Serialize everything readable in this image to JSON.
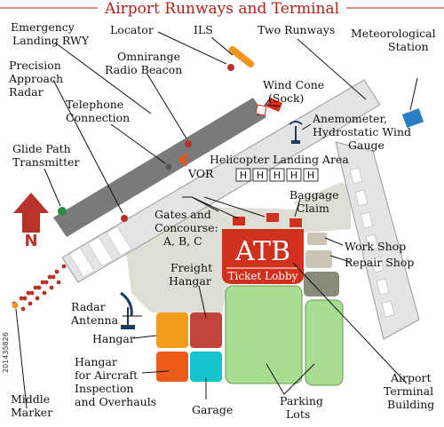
{
  "title": "Airport Runways and Terminal",
  "labels": {
    "emergency_rwy": [
      "Emergency",
      "Landing RWY"
    ],
    "locator": "Locator",
    "ils": "ILS",
    "two_runways": "Two Runways",
    "met_station": [
      "Meteorological",
      "Station"
    ],
    "precision_radar": [
      "Precision",
      "Approach",
      "Radar"
    ],
    "omnirange": [
      "Omnirange",
      "Radio Beacon"
    ],
    "wind_cone": [
      "Wind Cone",
      "(Sock)"
    ],
    "telephone": [
      "Telephone",
      "Connection"
    ],
    "anemometer": [
      "Anemometer,",
      "Hydrostatic Wind",
      "Gauge"
    ],
    "glide_path": [
      "Glide Path",
      "Transmitter"
    ],
    "vor": "VOR",
    "helicopter": "Helicopter Landing Area",
    "gates": [
      "Gates and",
      "Concourse:",
      "A, B, C"
    ],
    "baggage": [
      "Baggage",
      "Claim"
    ],
    "workshop": "Work Shop",
    "repairshop": "Repair Shop",
    "freight": [
      "Freight",
      "Hangar"
    ],
    "radar_antenna": [
      "Radar",
      "Antenna"
    ],
    "hangar": "Hangar",
    "hangar_aircraft": [
      "Hangar",
      "for Aircraft",
      "Inspection",
      "and Overhauls"
    ],
    "garage": "Garage",
    "middle_marker": [
      "Middle",
      "Marker"
    ],
    "parking": [
      "Parking",
      "Lots"
    ],
    "terminal": [
      "Airport",
      "Terminal",
      "Building"
    ],
    "north": "N",
    "atb": "ATB",
    "ticket_lobby": "Ticket Lobby",
    "heli_pad": "H",
    "credit": "201435826"
  },
  "colors": {
    "title": "#b0201a",
    "runway": "#e4e4e4",
    "runway_edge": "#9a9a9a",
    "emergency_runway": "#7a7a7a",
    "apron": "#deded4",
    "terminal": "#d0301e",
    "parking": "#a8de92",
    "marker_dot": "#b8322a",
    "ils": "#f0961e",
    "met_station": "#2a7ec4",
    "glide_path": "#2a8c46",
    "hangar_orange": "#f39d1e",
    "hangar_red": "#c0443c",
    "hangar_orange_red": "#ee5a18",
    "garage": "#15c3cc",
    "workshop": "#cbc5b8",
    "repairshop": "#8a8a7a",
    "north_arrow": "#b8322a"
  }
}
